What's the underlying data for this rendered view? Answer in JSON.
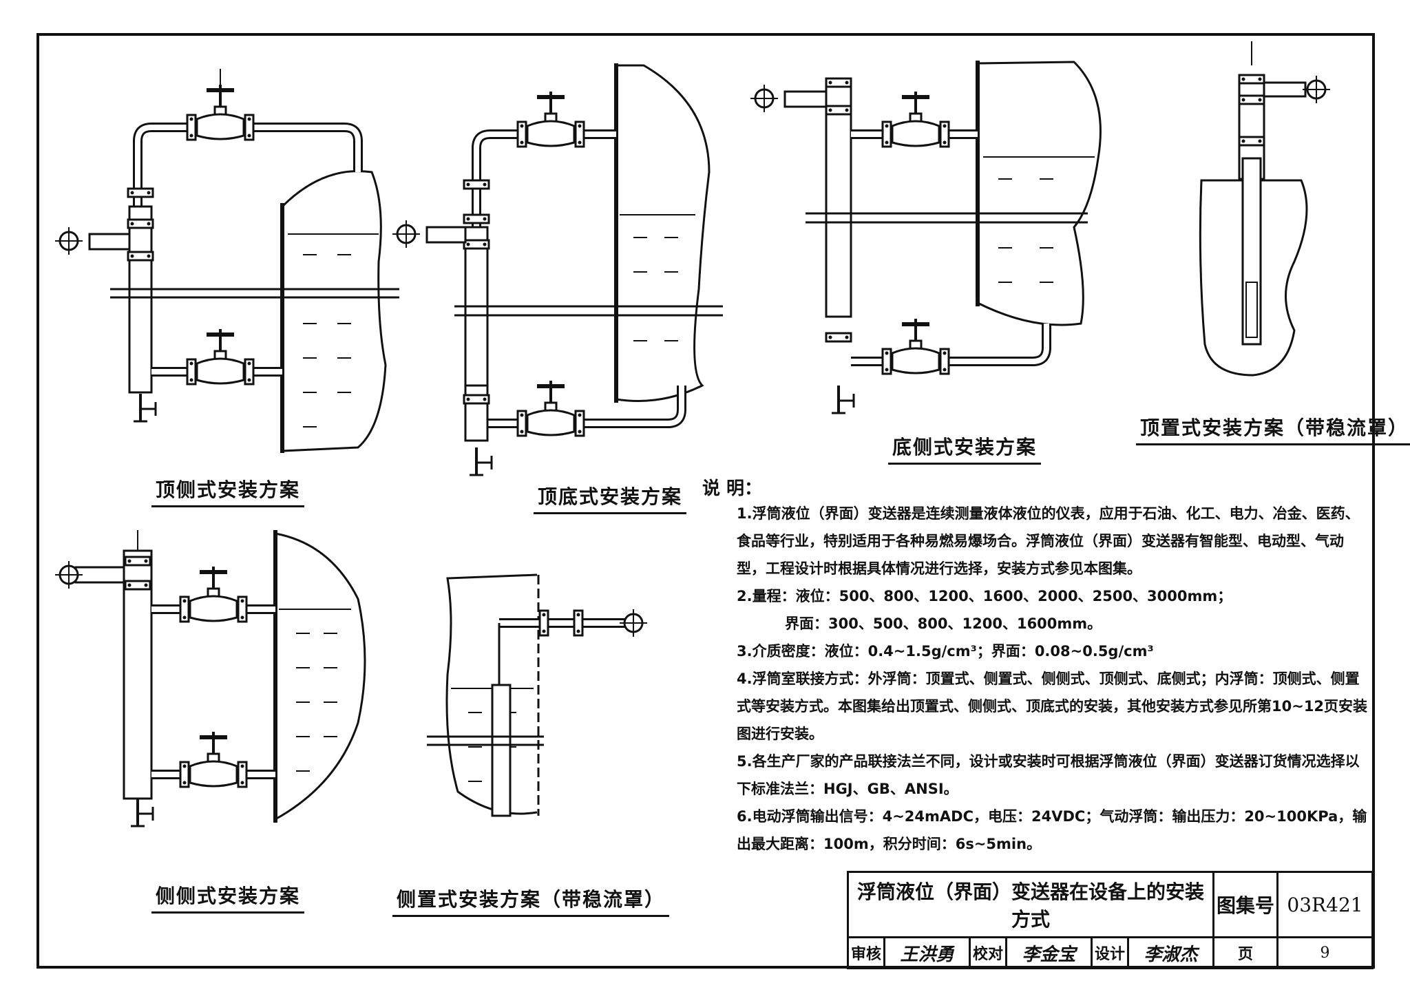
{
  "captions": {
    "d1": "顶侧式安装方案",
    "d2": "顶底式安装方案",
    "d3": "底侧式安装方案",
    "d4": "顶置式安装方案（带稳流罩）",
    "d5": "侧侧式安装方案",
    "d6": "侧置式安装方案（带稳流罩）"
  },
  "notes": {
    "heading": "说  明：",
    "items": [
      {
        "num": "1.",
        "text": "浮筒液位（界面）变送器是连续测量液体液位的仪表，应用于石油、化工、电力、冶金、医药、食品等行业，特别适用于各种易燃易爆场合。浮筒液位（界面）变送器有智能型、电动型、气动型，工程设计时根据具体情况进行选择，安装方式参见本图集。"
      },
      {
        "num": "2.",
        "text": "量程：液位：500、800、1200、1600、2000、2500、3000mm；",
        "sub": "界面：300、500、800、1200、1600mm。"
      },
      {
        "num": "3.",
        "text": "介质密度：液位：0.4~1.5g/cm³；界面：0.08~0.5g/cm³"
      },
      {
        "num": "4.",
        "text": "浮筒室联接方式：外浮筒：顶置式、侧置式、侧侧式、顶侧式、底侧式；内浮筒：顶侧式、侧置式等安装方式。本图集给出顶置式、侧侧式、顶底式的安装，其他安装方式参见所第10~12页安装图进行安装。"
      },
      {
        "num": "5.",
        "text": "各生产厂家的产品联接法兰不同，设计或安装时可根据浮筒液位（界面）变送器订货情况选择以下标准法兰：HGJ、GB、ANSI。"
      },
      {
        "num": "6.",
        "text": "电动浮筒输出信号：4~24mADC，电压：24VDC；气动浮筒：输出压力：20~100KPa，输出最大距离：100m，积分时间：6s~5min。"
      }
    ]
  },
  "title_block": {
    "title": "浮筒液位（界面）变送器在设备上的安装方式",
    "atlas_label": "图集号",
    "atlas_no": "03R421",
    "review_label": "审核",
    "review_sig": "王洪勇",
    "check_label": "校对",
    "check_sig": "李金宝",
    "design_label": "设计",
    "design_sig": "李淑杰",
    "page_label": "页",
    "page_no": "9"
  }
}
